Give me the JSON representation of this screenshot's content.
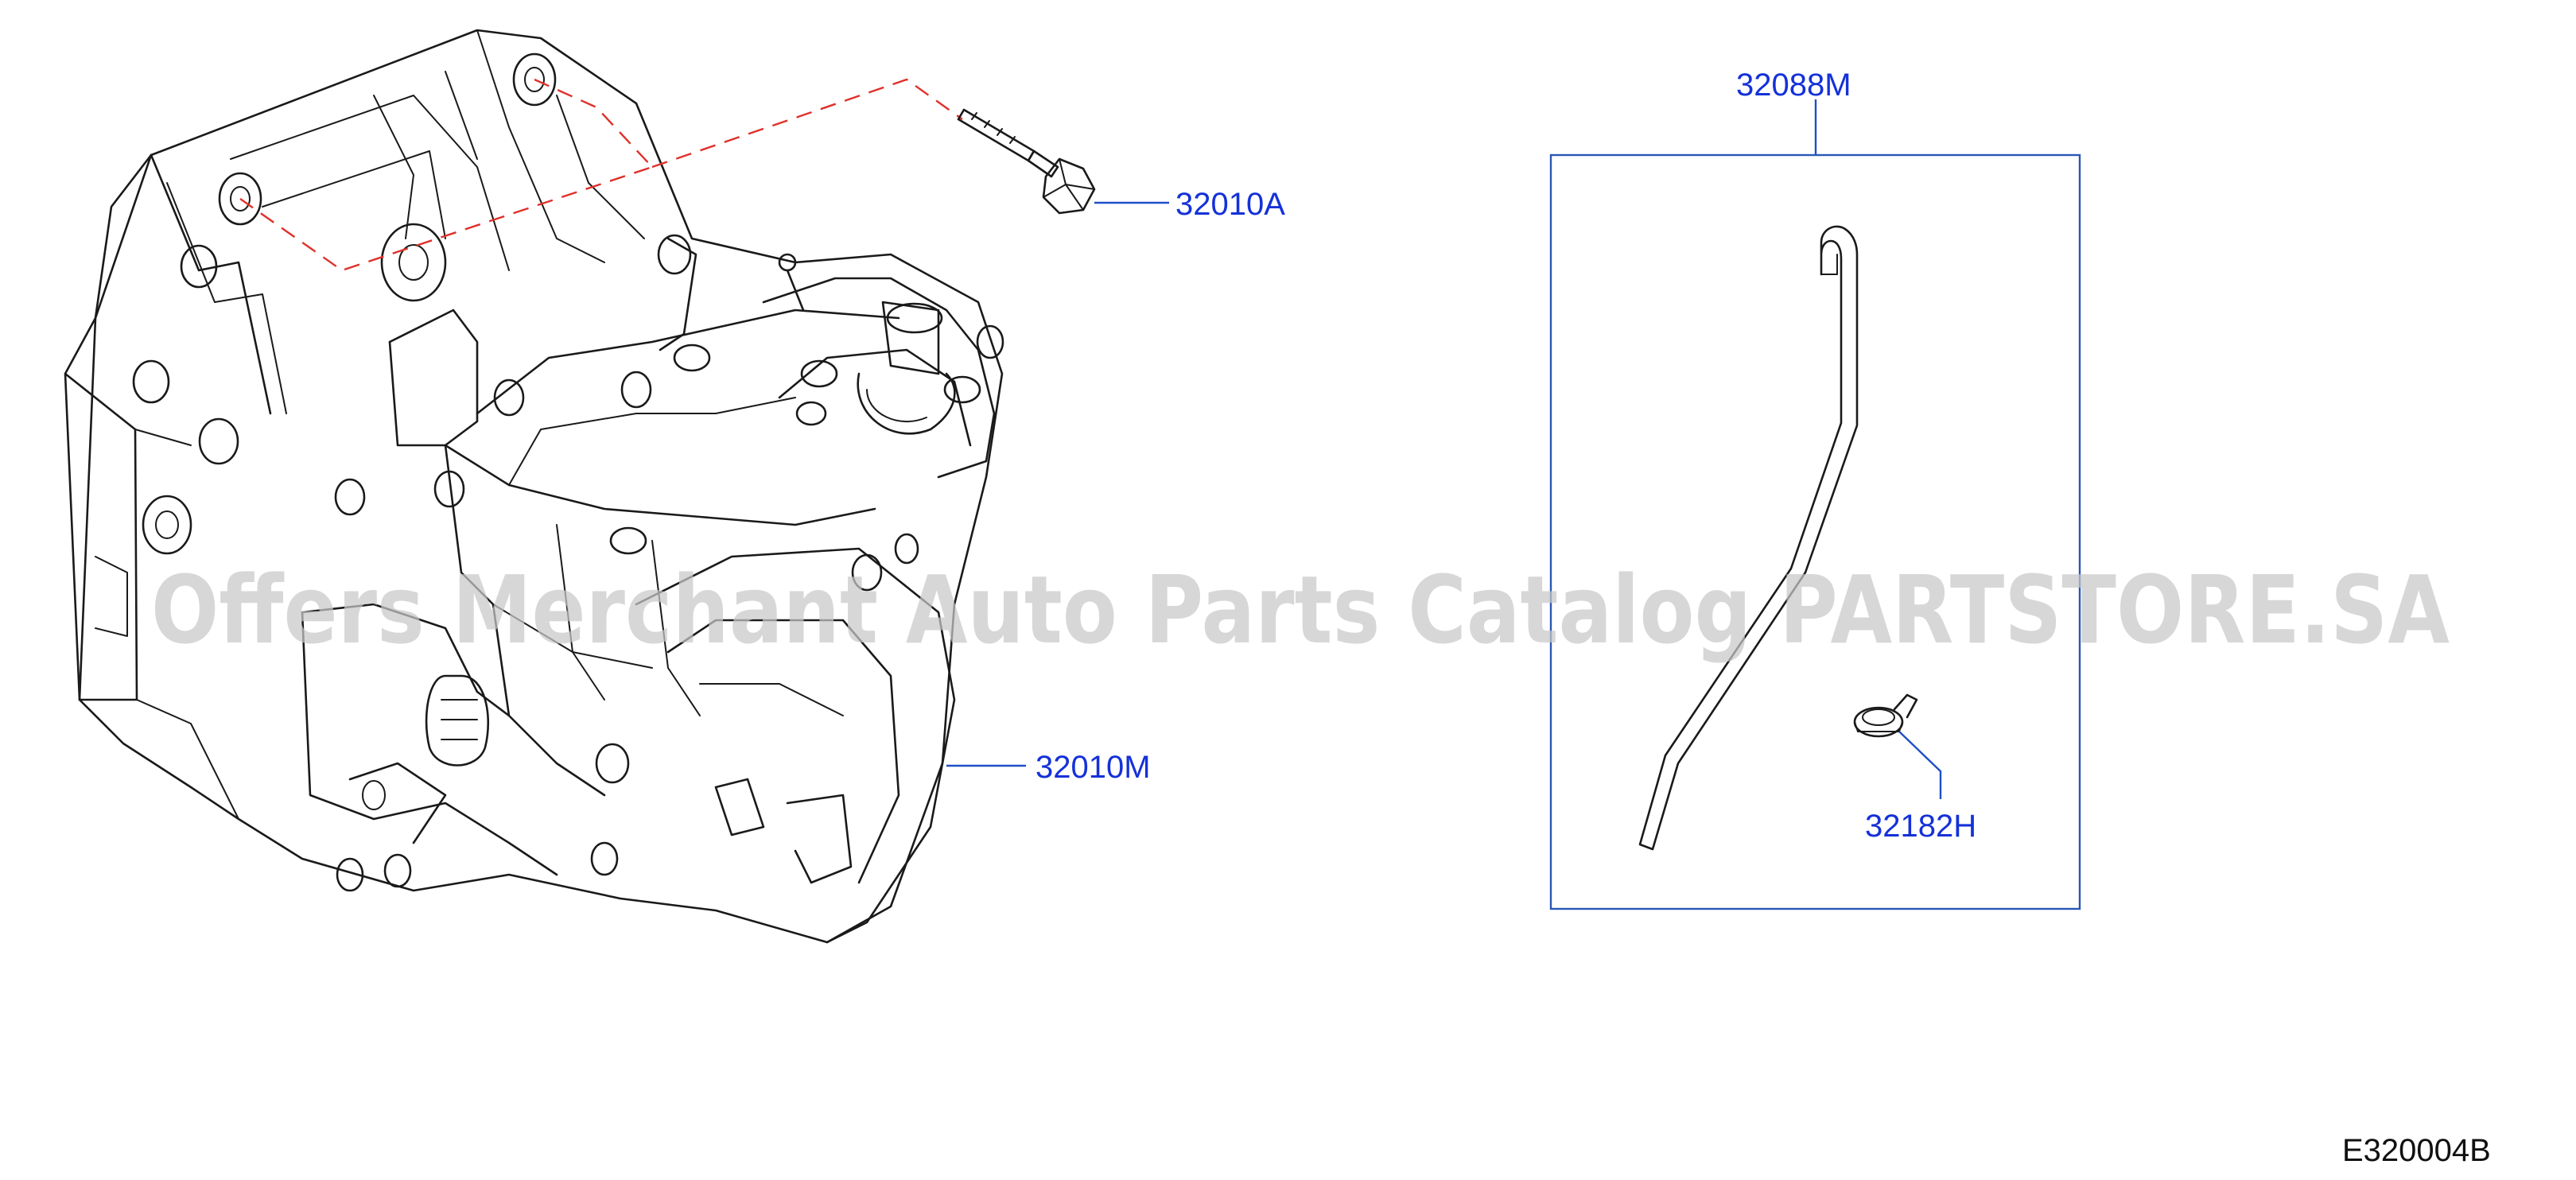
{
  "callouts": {
    "bolt": "32010A",
    "transaxle": "32010M",
    "breather_assembly": "32088M",
    "clip": "32182H"
  },
  "drawing_id": "E320004B",
  "watermark": "Offers Merchant Auto Parts Catalog PARTSTORE.SA",
  "colors": {
    "callout_text": "#1431d8",
    "leader_line": "#1f4fc8",
    "hidden_line": "#e0302a",
    "line_art": "#1a1a1a",
    "watermark": "#c8c8c8"
  }
}
